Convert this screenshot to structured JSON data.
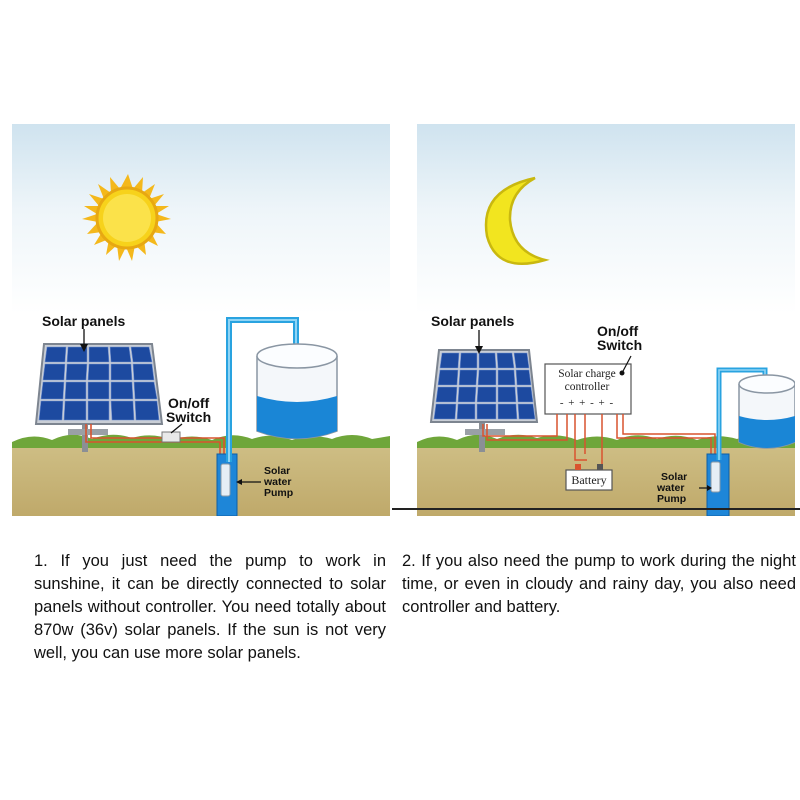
{
  "left_panel": {
    "solar_panels_label": "Solar panels",
    "switch_label_line1": "On/off",
    "switch_label_line2": "Switch",
    "pump_label_line1": "Solar",
    "pump_label_line2": "water",
    "pump_label_line3": "Pump",
    "sky_icon": "sun-icon",
    "description": "1. If you just need the pump to work in sunshine, it can be directly connected to solar panels without controller. You need totally about 870w (36v) solar panels. If the sun is not very well, you can use more solar panels."
  },
  "right_panel": {
    "solar_panels_label": "Solar panels",
    "switch_label_line1": "On/off",
    "switch_label_line2": "Switch",
    "controller_line1": "Solar charge",
    "controller_line2": "controller",
    "controller_terminals": "- + + -  + -",
    "battery_label": "Battery",
    "pump_label_line1": "Solar",
    "pump_label_line2": "water",
    "pump_label_line3": "Pump",
    "sky_icon": "moon-icon",
    "description": "2. If you also need the pump to work during the night time, or even in cloudy and rainy day, you also need controller and battery."
  },
  "colors": {
    "sky_top": "#cfe3ef",
    "ground": "#c8b578",
    "grass": "#6fa63a",
    "pipe": "#29a3e0",
    "water": "#1a86d6",
    "sun": "#f7d21b",
    "moon": "#f2e51f",
    "panel_cell": "#1d4aa0"
  }
}
